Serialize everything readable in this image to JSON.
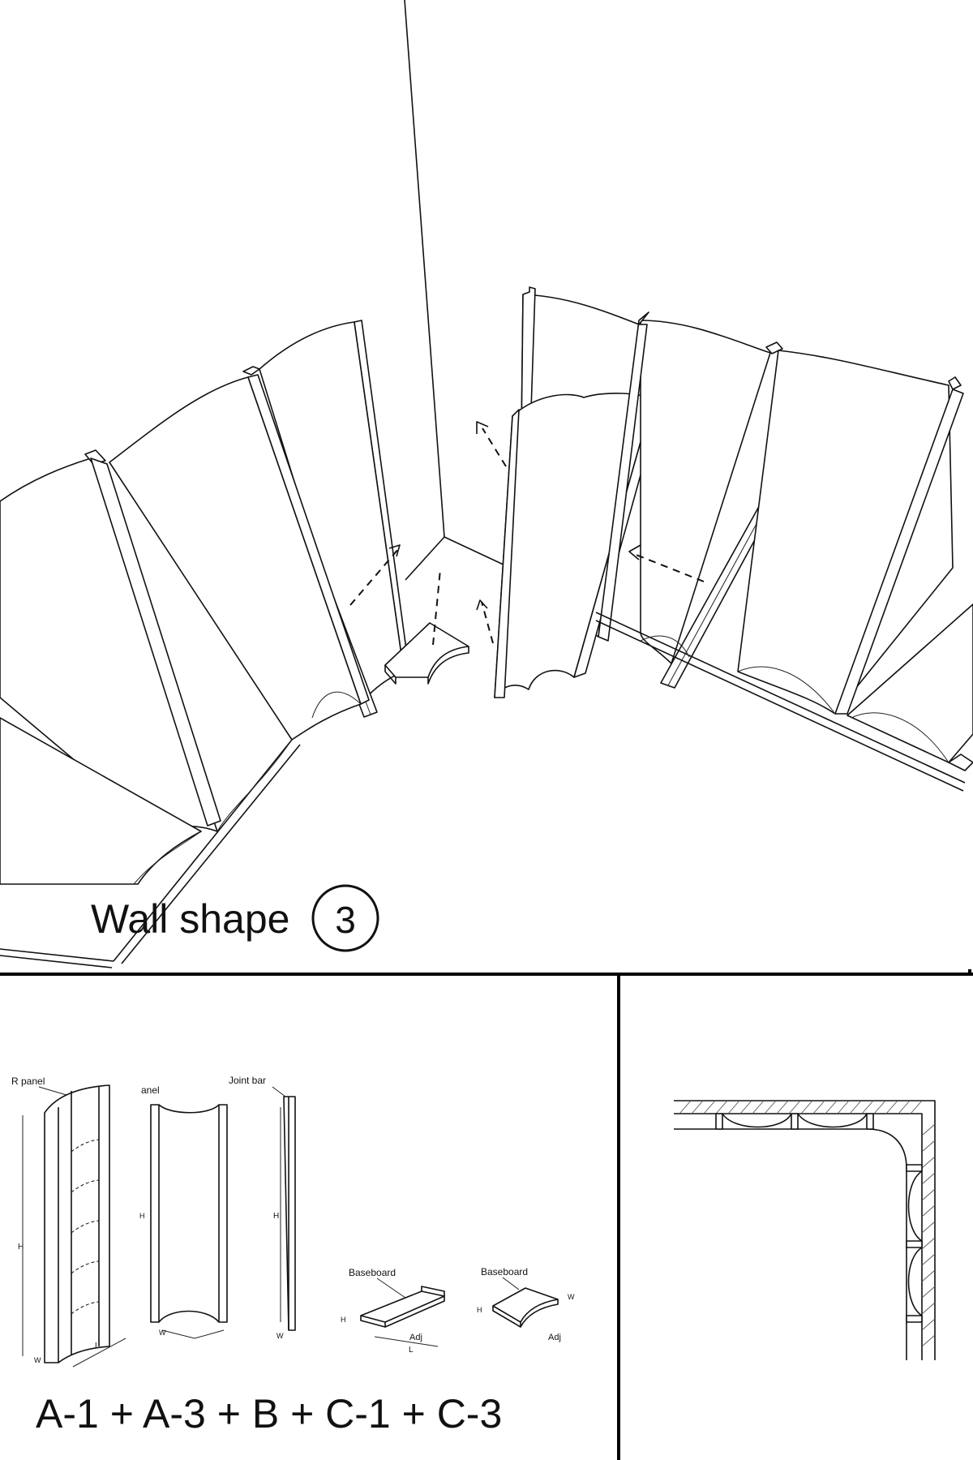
{
  "main_view": {
    "caption_text": "Wall shape",
    "shape_number": "3"
  },
  "parts_catalog": {
    "r_panel_label": "R panel",
    "panel_label": "anel",
    "joint_bar_label": "Joint bar",
    "baseboard_straight_label": "Baseboard",
    "baseboard_corner_label": "Baseboard",
    "dim_H": "H",
    "dim_L": "L",
    "dim_W": "W",
    "dim_Adj": "Adj"
  },
  "formula": {
    "text": "A-1 + A-3 + B + C-1 + C-3"
  },
  "plan_view": {}
}
